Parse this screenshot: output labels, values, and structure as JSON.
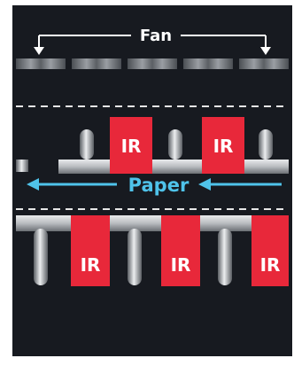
{
  "diagram": {
    "fan_label": "Fan",
    "paper_label": "Paper",
    "ir_label": "IR",
    "colors": {
      "background": "#171a20",
      "arrow_blue": "#4fc3ea",
      "ir_red": "#e8283a",
      "text_white": "#ffffff",
      "dashed_line": "#e6e6e6"
    }
  }
}
